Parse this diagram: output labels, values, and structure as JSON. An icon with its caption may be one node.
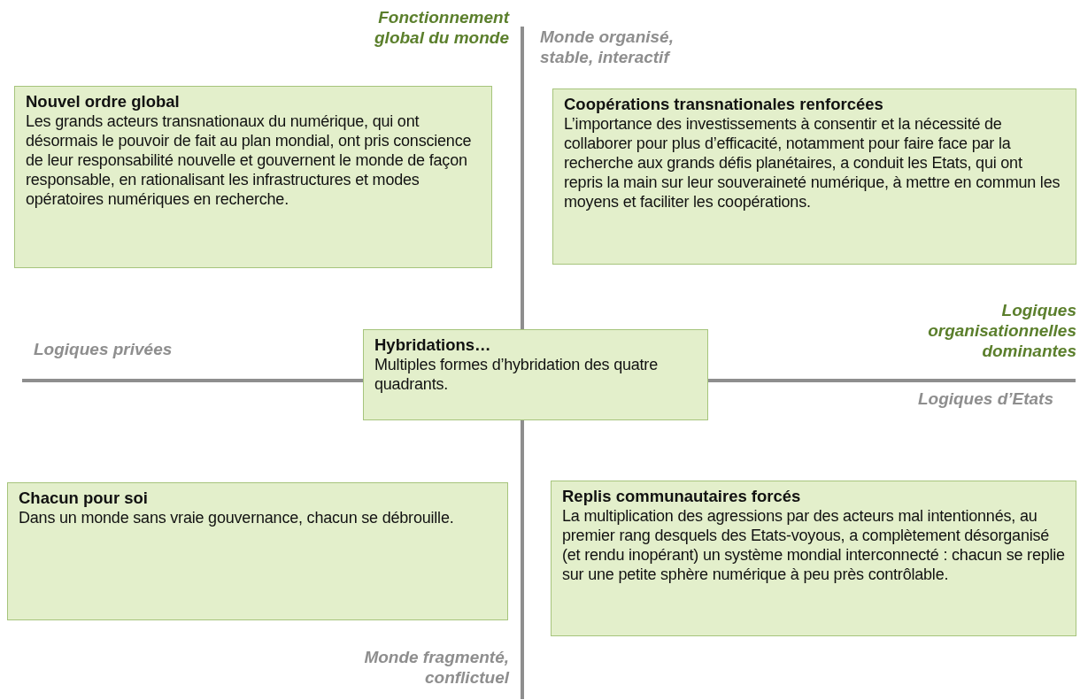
{
  "diagram": {
    "nodes": [
      {
        "text": [
          "Nouvel ordre global",
          "Les grands acteurs transnationaux du numérique, qui ont désormais le pouvoir de fait au plan mondial, ont pris conscience de leur responsabilité nouvelle et gouvernent le monde de façon responsable, en rationalisant les infrastructures et modes opératoires numériques en recherche."
        ]
      },
      {
        "text": [
          "Coopérations transnationales renforcées",
          "L’importance des investissements à consentir et la nécessité de collaborer pour plus d’efficacité, notamment pour faire face par la recherche aux grands défis planétaires, a conduit les Etats, qui ont repris la main sur leur souveraineté numérique, à mettre en commun les moyens et faciliter les coopérations."
        ]
      },
      {
        "text": [
          "Hybridations…",
          "Multiples formes d’hybridation des quatre quadrants."
        ]
      },
      {
        "text": [
          "Chacun pour soi",
          "Dans un monde sans vraie gouvernance, chacun se débrouille."
        ]
      },
      {
        "text": [
          "Replis communautaires forcés",
          "La multiplication des agressions par des acteurs mal intentionnés, au premier rang desquels des Etats-voyous, a complètement désorganisé (et rendu inopérant) un système mondial interconnecté : chacun se replie sur une petite sphère numérique à peu près contrôlable."
        ]
      }
    ],
    "labels": [
      "Fonctionnement global du monde",
      "Monde organisé, stable, interactif",
      "Logiques organisationnelles dominantes",
      "Logiques privées",
      "Logiques d’Etats",
      "Monde fragmenté, conflictuel"
    ]
  }
}
